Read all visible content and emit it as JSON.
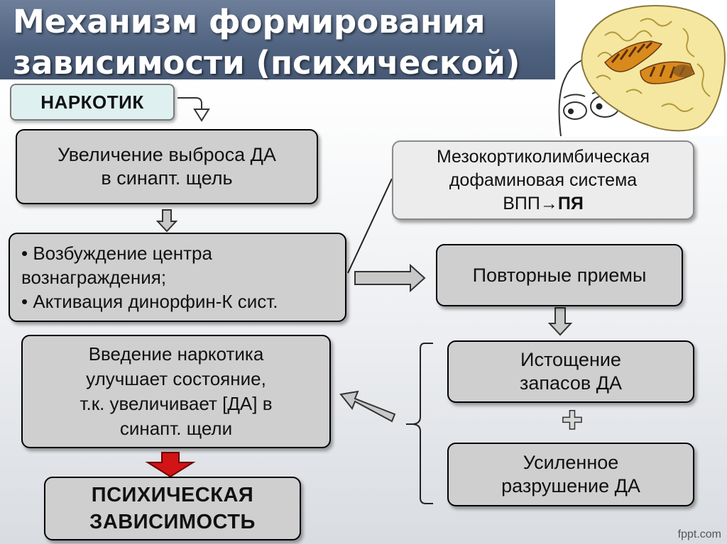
{
  "title": {
    "line1": "Механизм формирования",
    "line2": "зависимости (психической)"
  },
  "boxes": {
    "drug": "НАРКОТИК",
    "da_release": [
      "Увеличение выброса ДА",
      "в синапт. щель"
    ],
    "reward": [
      "• Возбуждение центра",
      "вознаграждения;",
      "• Активация динорфин-К сист."
    ],
    "mesocortico": {
      "line1": "Мезокортиколимбическая",
      "line2": "дофаминовая система",
      "line3_prefix": "ВПП→",
      "line3_bold": "ПЯ"
    },
    "repeat": "Повторные приемы",
    "depletion": [
      "Истощение",
      "запасов ДА"
    ],
    "destruction": [
      "Усиленное",
      "разрушение ДА"
    ],
    "drug_improves": [
      "Введение наркотика",
      "улучшает состояние,",
      "т.к. увеличивает [ДА] в",
      "синапт. щели"
    ],
    "dependence": [
      "ПСИХИЧЕСКАЯ",
      "ЗАВИСИМОСТЬ"
    ]
  },
  "plus_symbol": "✚",
  "footer": "fppt.com",
  "colors": {
    "title_bar": "#4f627f",
    "box_fill": "#cfcfcf",
    "light_box_fill": "#ececec",
    "drug_box_fill": "#dff0f1",
    "red_arrow": "#d21414",
    "arrow_fill": "#c8c8c8"
  }
}
